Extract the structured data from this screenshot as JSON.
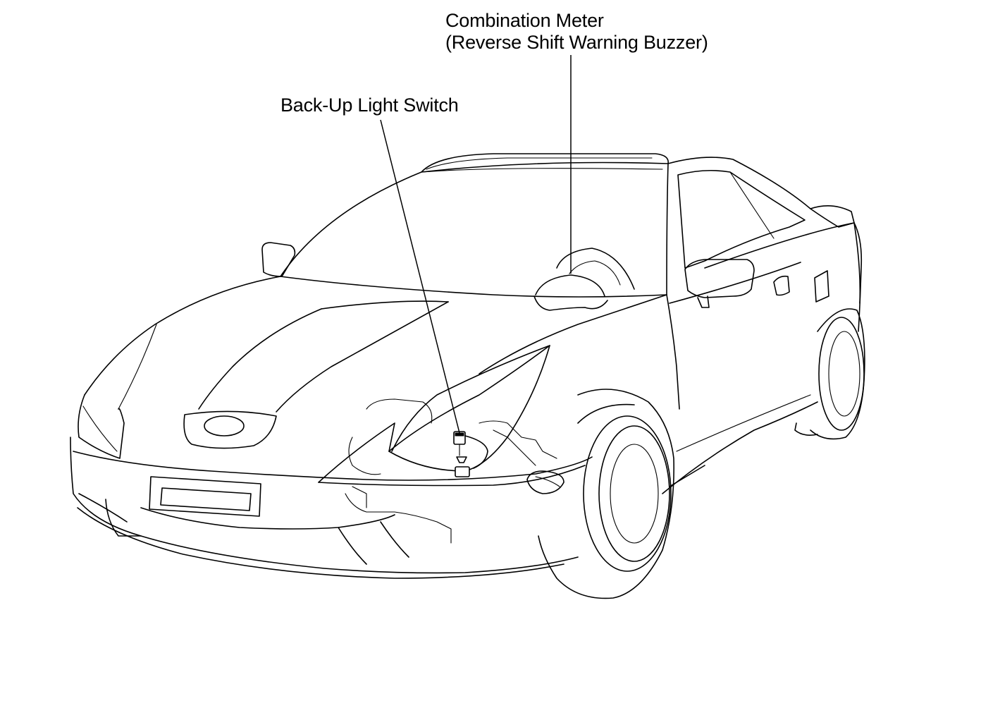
{
  "callouts": {
    "combination_meter": {
      "line1": "Combination Meter",
      "line2": "(Reverse Shift Warning Buzzer)"
    },
    "backup_light_switch": {
      "label": "Back-Up Light Switch"
    }
  },
  "colors": {
    "line": "#000000",
    "background": "#ffffff"
  }
}
